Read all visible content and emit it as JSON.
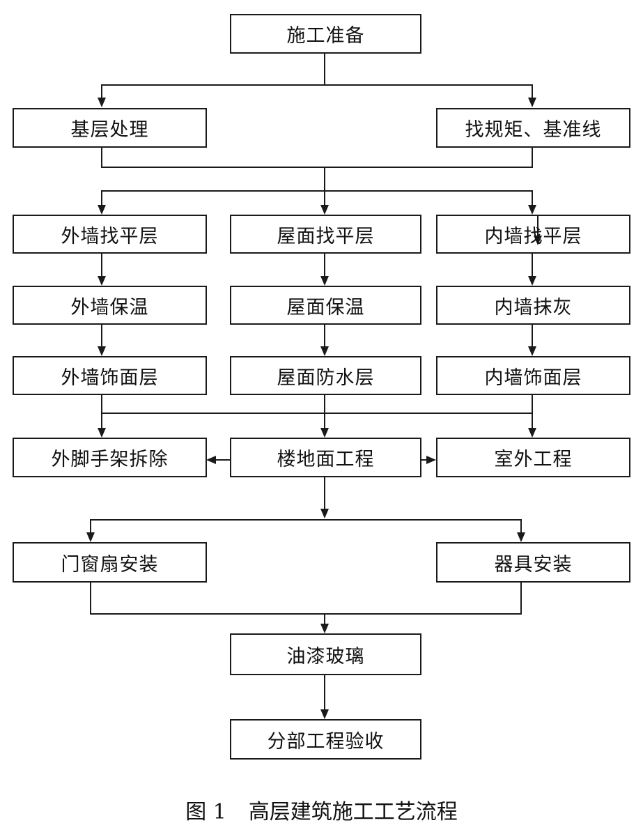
{
  "nodes": {
    "prep": "施工准备",
    "base": "基层处理",
    "align": "找规矩、基准线",
    "ext_level": "外墙找平层",
    "roof_level": "屋面找平层",
    "int_level": "内墙找平层",
    "ext_insul": "外墙保温",
    "roof_insul": "屋面保温",
    "int_plaster": "内墙抹灰",
    "ext_finish": "外墙饰面层",
    "roof_water": "屋面防水层",
    "int_finish": "内墙饰面层",
    "scaffold": "外脚手架拆除",
    "floor": "楼地面工程",
    "outdoor": "室外工程",
    "doors": "门窗扇安装",
    "fixtures": "器具安装",
    "paint": "油漆玻璃",
    "accept": "分部工程验收"
  },
  "caption": {
    "number": "图 1",
    "title": "高层建筑施工工艺流程"
  }
}
